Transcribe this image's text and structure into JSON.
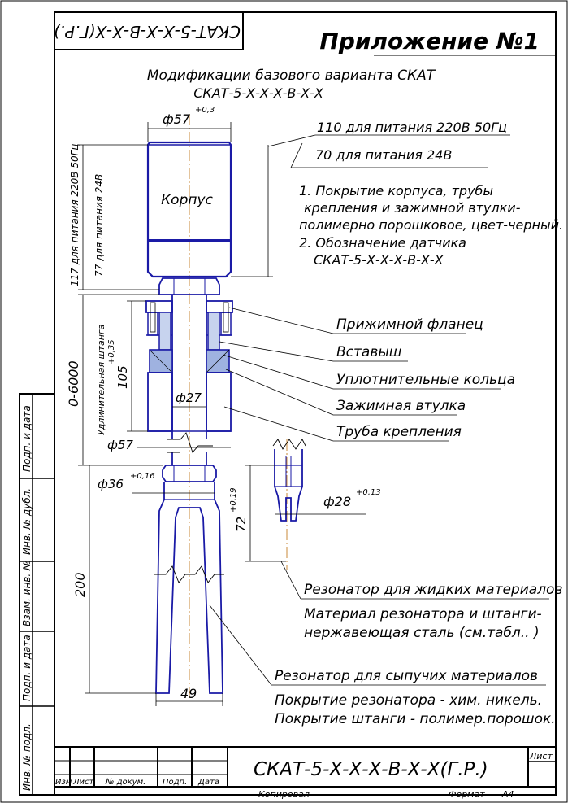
{
  "header": {
    "stamp_code": "СКАТ-5-Х-Х-В-Х-Х(Г.Р.)",
    "appendix_title": "Приложение №1"
  },
  "title": {
    "line1": "Модификации базового варианта СКАТ",
    "line2": "СКАТ-5-Х-Х-Х-В-Х-Х"
  },
  "dimensions": {
    "top_diameter": "ф57",
    "top_diameter_tol": "+0,3",
    "height_220": "117 для питания 220В 50Гц",
    "height_24": "77 для питания 24В",
    "range": "0-6000",
    "extension_label": "Удлинительная штанга",
    "d105": "105",
    "d105_tol": "+0,35",
    "d27": "ф27",
    "d57": "ф57",
    "d36": "ф36",
    "d36_tol": "+0,16",
    "d200": "200",
    "d72": "72",
    "d72_tol": "+0,19",
    "d28": "ф28",
    "d28_tol": "+0,13",
    "d49": "49"
  },
  "notes": {
    "pow110": "110 для питания 220В 50Гц",
    "pow70": "70 для питания 24В",
    "n1_l1": "1. Покрытие корпуса, трубы",
    "n1_l2": "крепления и зажимной втулки-",
    "n1_l3": "полимерно порошковое, цвет-черный.",
    "n2_l1": "2. Обозначение датчика",
    "n2_l2": "СКАТ-5-Х-Х-Х-В-Х-Х"
  },
  "part_labels": {
    "body": "Корпус",
    "flange": "Прижимной фланец",
    "insert": "Вставыш",
    "rings": "Уплотнительные кольца",
    "sleeve": "Зажимная втулка",
    "pipe": "Труба крепления"
  },
  "resonator_notes": {
    "liquid": "Резонатор для жидких материалов",
    "liquid_mat1": "Материал резонатора и штанги-",
    "liquid_mat2": "нержавеющая сталь (см.табл.. )",
    "bulk": "Резонатор для сыпучих материалов",
    "bulk_c1": "Покрытие резонатора - хим. никель.",
    "bulk_c2": "Покрытие штанги - полимер.порошок."
  },
  "side_stamp": [
    "Подп. и дата",
    "Инв. № дубл.",
    "Взам. инв. №",
    "Подп. и дата",
    "Инв. № подл."
  ],
  "title_block": {
    "code": "СКАТ-5-Х-Х-Х-В-Х-Х(Г.Р.)",
    "sheet": "Лист",
    "cols": [
      "Изм",
      "Лист",
      "№ докум.",
      "Подп.",
      "Дата"
    ],
    "copied": "Копировал",
    "format_label": "Формат",
    "format_value": "А4"
  }
}
